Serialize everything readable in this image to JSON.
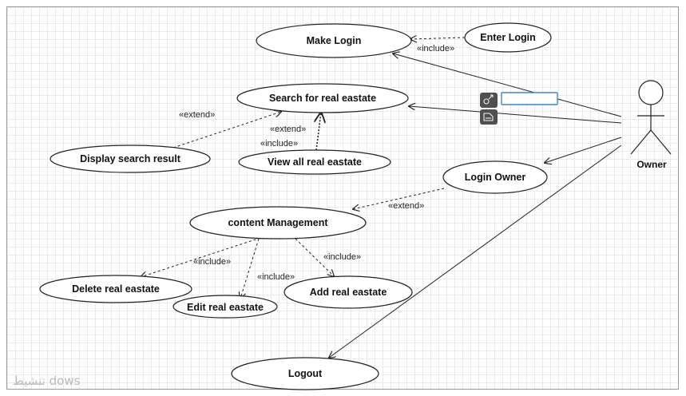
{
  "use_cases": {
    "make_login": "Make Login",
    "enter_login": "Enter Login",
    "search": "Search for real eastate",
    "display_result": "Display search result",
    "view_all": "View all real eastate",
    "login_owner": "Login Owner",
    "content_mgmt": "content Management",
    "delete": "Delete real eastate",
    "edit": "Edit real eastate",
    "add": "Add real eastate",
    "logout": "Logout"
  },
  "relations": {
    "include_enter_login": "«include»",
    "extend_display": "«extend»",
    "extend_view_all": "«extend»",
    "include_view_all": "«include»",
    "extend_content": "«extend»",
    "include_delete": "«include»",
    "include_edit": "«include»",
    "include_add": "«include»"
  },
  "actor": {
    "name": "Owner"
  },
  "toolbar": {
    "connect_icon": "connector-icon",
    "note_icon": "note-icon"
  },
  "watermark": "تنشيط dows"
}
